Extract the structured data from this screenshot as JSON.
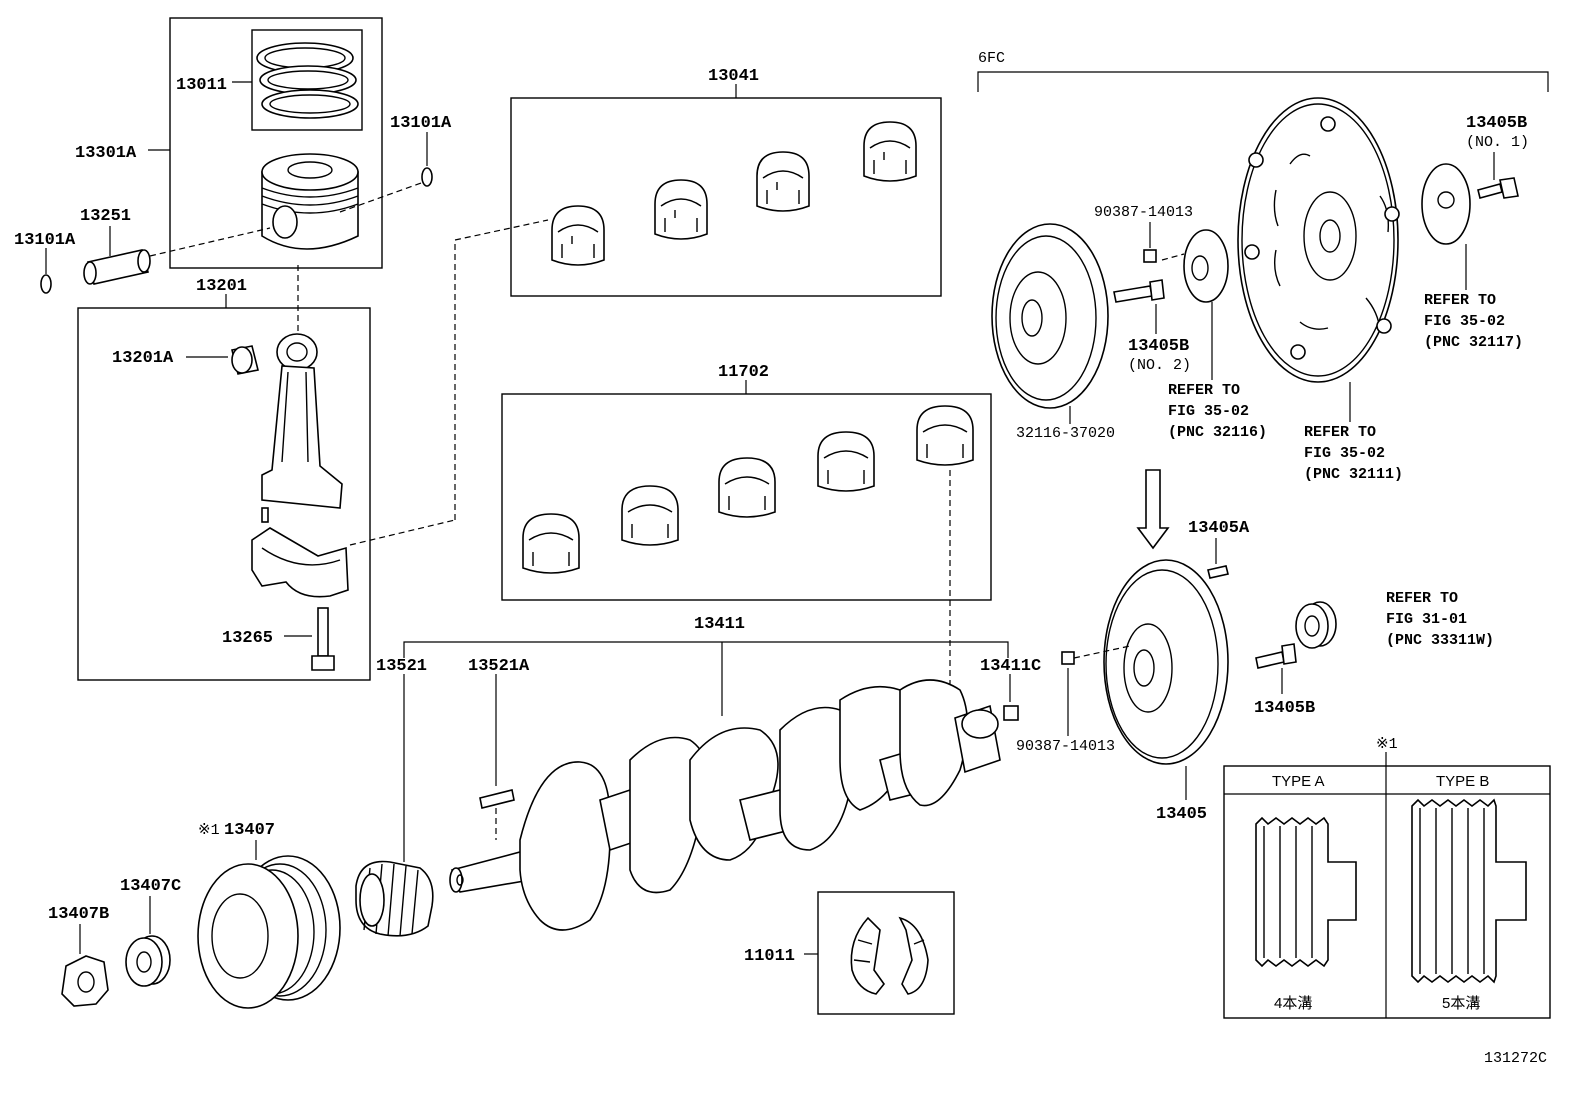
{
  "labels": {
    "p13011": "13011",
    "p13301A": "13301A",
    "p13101A_top": "13101A",
    "p13251": "13251",
    "p13101A_left": "13101A",
    "p13201": "13201",
    "p13201A": "13201A",
    "p13265": "13265",
    "p13041": "13041",
    "p11702": "11702",
    "p13411": "13411",
    "p13521": "13521",
    "p13521A": "13521A",
    "p13411C": "13411C",
    "p13407": "13407",
    "p13407C": "13407C",
    "p13407B": "13407B",
    "p11011": "11011",
    "p6FC": "6FC",
    "p13405B_top": "13405B",
    "p13405B_top_note": "(NO. 1)",
    "p90387_top": "90387-14013",
    "p13405B_mid": "13405B",
    "p13405B_mid_note": "(NO. 2)",
    "p32116": "32116-37020",
    "p13405A": "13405A",
    "p13405B_bottom": "13405B",
    "p90387_bottom": "90387-14013",
    "p13405": "13405",
    "note_mark": "※1",
    "note_mark_13407": "※1",
    "figure_code": "131272C"
  },
  "references": {
    "ref_32116": [
      "REFER TO",
      "FIG 35-02",
      "(PNC 32116)"
    ],
    "ref_32111": [
      "REFER TO",
      "FIG 35-02",
      "(PNC 32111)"
    ],
    "ref_32117": [
      "REFER TO",
      "FIG 35-02",
      "(PNC 32117)"
    ],
    "ref_33311W": [
      "REFER TO",
      "FIG 31-01",
      "(PNC 33311W)"
    ]
  },
  "type_table": {
    "type_a": "TYPE A",
    "type_b": "TYPE B",
    "type_a_grooves": "4本溝",
    "type_b_grooves": "5本溝"
  }
}
